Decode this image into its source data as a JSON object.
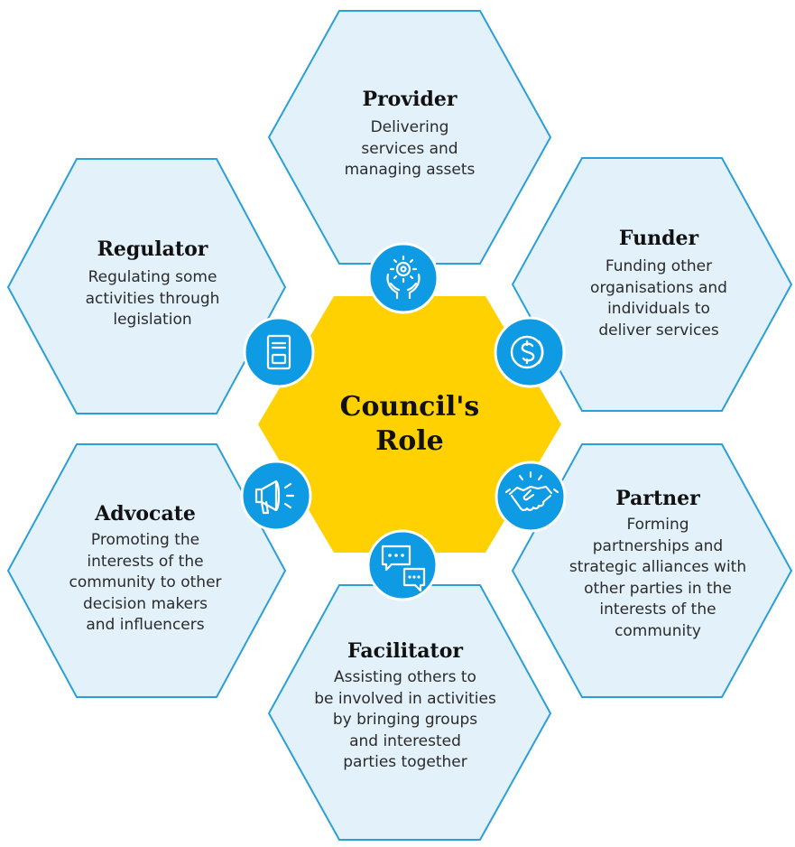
{
  "colors": {
    "hex_fill": "#e3f1fa",
    "hex_stroke": "#2a9fd8",
    "center_fill": "#ffd100",
    "icon_fill": "#0f9be3",
    "icon_stroke": "#ffffff"
  },
  "center": {
    "label": "Council's\nRole"
  },
  "roles": [
    {
      "key": "provider",
      "title": "Provider",
      "description": "Delivering\nservices and\nmanaging assets",
      "icon": "gear-hands-icon"
    },
    {
      "key": "funder",
      "title": "Funder",
      "description": "Funding other\norganisations and\nindividuals to\ndeliver services",
      "icon": "dollar-coin-icon"
    },
    {
      "key": "partner",
      "title": "Partner",
      "description": "Forming\npartnerships and\nstrategic alliances with\nother parties in the\ninterests of the\ncommunity",
      "icon": "handshake-icon"
    },
    {
      "key": "facilitator",
      "title": "Facilitator",
      "description": "Assisting others to\nbe involved in activities\nby bringing groups\nand interested\nparties together",
      "icon": "chat-bubbles-icon"
    },
    {
      "key": "advocate",
      "title": "Advocate",
      "description": "Promoting the\ninterests of the\ncommunity to other\ndecision makers\nand influencers",
      "icon": "megaphone-icon"
    },
    {
      "key": "regulator",
      "title": "Regulator",
      "description": "Regulating some\nactivities through\nlegislation",
      "icon": "document-icon"
    }
  ]
}
